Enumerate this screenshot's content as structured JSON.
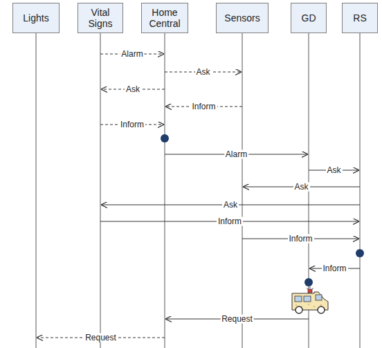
{
  "diagram": {
    "nodes": [
      {
        "text": [
          "Lights"
        ]
      },
      {
        "text": [
          "Vital Signs"
        ]
      },
      {
        "text": [
          "Home Central"
        ]
      },
      {
        "text": [
          "Sensors"
        ]
      },
      {
        "text": [
          "GD"
        ]
      },
      {
        "text": [
          "RS"
        ]
      }
    ],
    "edges": [
      {
        "from": 1,
        "to": 2,
        "label": "Alarm",
        "arrow": "to"
      },
      {
        "from": 2,
        "to": 3,
        "label": "Ask",
        "arrow": "to"
      },
      {
        "from": 2,
        "to": 1,
        "label": "Ask",
        "arrow": "to"
      },
      {
        "from": 3,
        "to": 2,
        "label": "Inform",
        "arrow": "to"
      },
      {
        "from": 1,
        "to": 2,
        "label": "Inform",
        "arrow": "to"
      },
      {
        "from": 2,
        "to": 4,
        "label": "Alarm",
        "arrow": "to"
      },
      {
        "from": 4,
        "to": 5,
        "label": "Ask",
        "arrow": "to"
      },
      {
        "from": 5,
        "to": 3,
        "label": "Ask",
        "arrow": "to"
      },
      {
        "from": 5,
        "to": 1,
        "label": "Ask",
        "arrow": "to"
      },
      {
        "from": 1,
        "to": 5,
        "label": "Inform",
        "arrow": "to"
      },
      {
        "from": 3,
        "to": 5,
        "label": "Inform",
        "arrow": "to"
      },
      {
        "from": 5,
        "to": 4,
        "label": "Inform",
        "arrow": "to"
      },
      {
        "from": 4,
        "to": 2,
        "label": "Request",
        "arrow": "to"
      },
      {
        "from": 2,
        "to": 0,
        "label": "Request",
        "arrow": "to"
      }
    ]
  }
}
